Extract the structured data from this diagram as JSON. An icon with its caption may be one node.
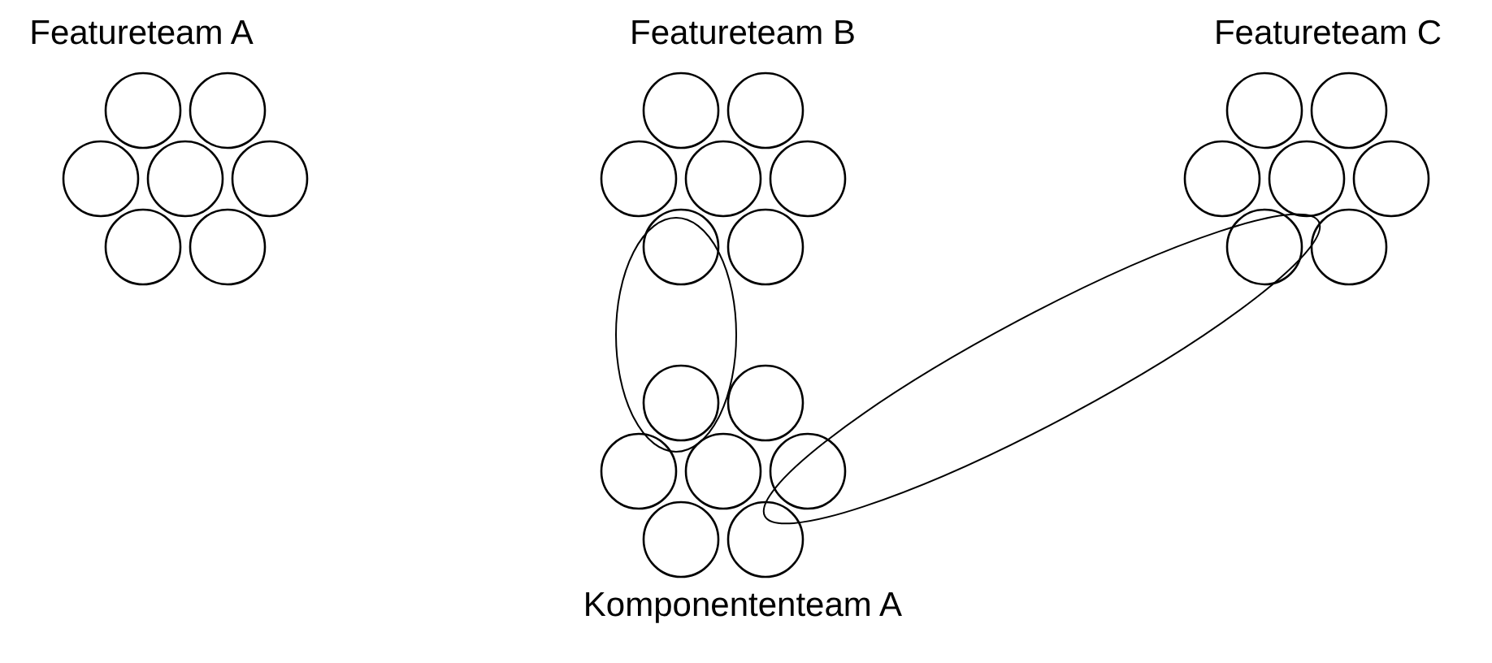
{
  "diagram": {
    "labels": [
      "Featureteam A",
      "Featureteam B",
      "Featureteam C",
      "Komponententeam A"
    ]
  }
}
